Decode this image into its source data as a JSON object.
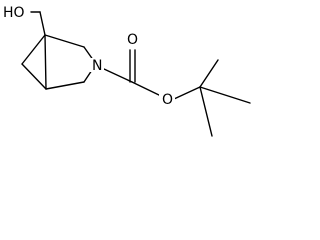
{
  "structure": {
    "atoms": {
      "hydroxyl": "HO",
      "ring_nitrogen": "N",
      "carbonyl_oxygen": "O",
      "ester_oxygen": "O"
    }
  }
}
